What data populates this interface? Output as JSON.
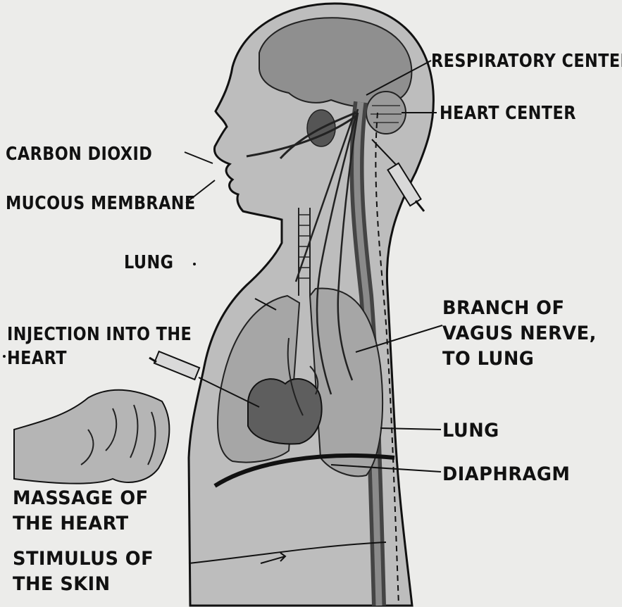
{
  "labels": {
    "respiratory_center": "RESPIRATORY CENTER",
    "heart_center": "HEART CENTER",
    "carbon_dioxid": "CARBON DIOXID",
    "mucous_membrane": "MUCOUS MEMBRANE",
    "lung_upper": "LUNG",
    "injection_line1": "INJECTION INTO THE",
    "injection_line2": "HEART",
    "vagus_line1": "BRANCH OF",
    "vagus_line2": "VAGUS NERVE,",
    "vagus_line3": "TO LUNG",
    "lung_lower": "LUNG",
    "diaphragm": "DIAPHRAGM",
    "massage_line1": "MASSAGE OF",
    "massage_line2": "THE HEART",
    "stimulus_line1": "STIMULUS OF",
    "stimulus_line2": "THE SKIN"
  },
  "colors": {
    "background": "#ececea",
    "body_fill": "#bdbdbd",
    "brain_fill": "#8f8f8f",
    "lung_fill": "#a6a6a6",
    "heart_fill": "#5e5e5e",
    "ink": "#111111"
  }
}
